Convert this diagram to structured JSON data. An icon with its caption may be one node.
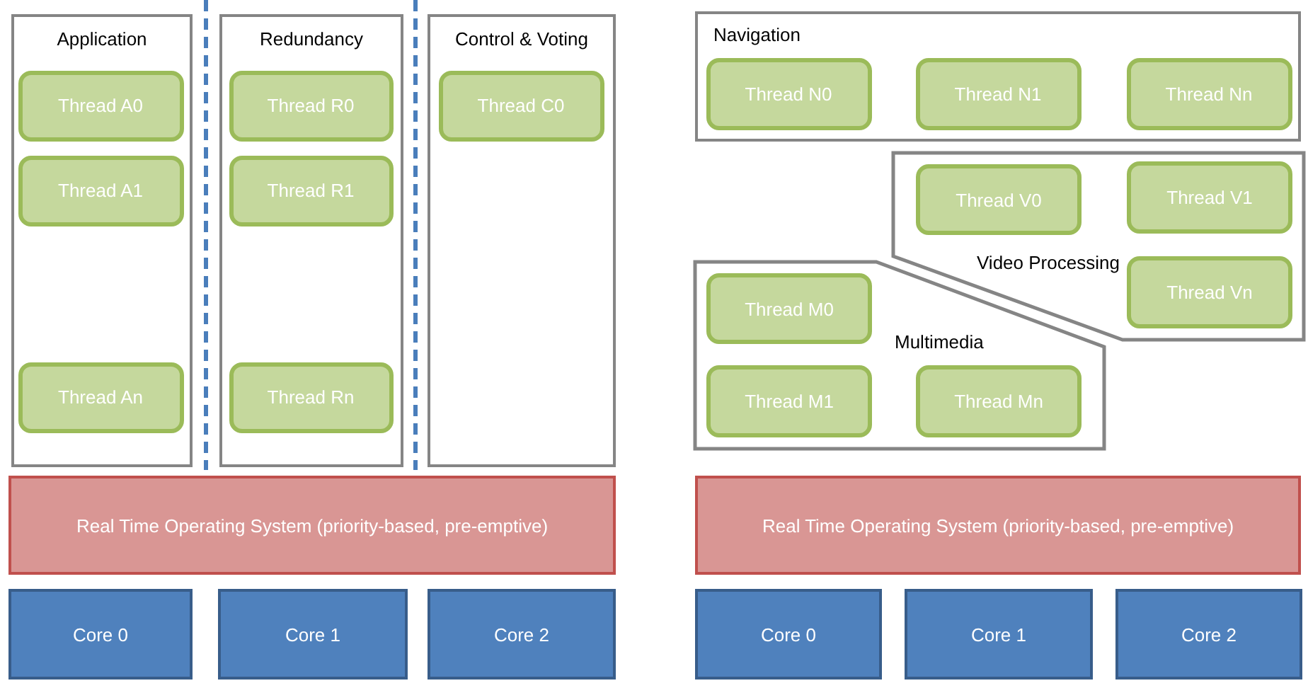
{
  "diagram": {
    "nodes": [
      {
        "text": [
          "Application"
        ]
      },
      {
        "text": [
          "Thread A0"
        ],
        "in": 0
      },
      {
        "text": [
          "Thread A1"
        ],
        "in": 0
      },
      {
        "text": [
          "Thread An"
        ],
        "in": 0
      },
      {
        "text": [
          "Redundancy"
        ]
      },
      {
        "text": [
          "Thread R0"
        ],
        "in": 4
      },
      {
        "text": [
          "Thread R1"
        ],
        "in": 4
      },
      {
        "text": [
          "Thread Rn"
        ],
        "in": 4
      },
      {
        "text": [
          "Control & Voting"
        ]
      },
      {
        "text": [
          "Thread C0"
        ],
        "in": 8
      },
      {
        "text": [
          "Navigation"
        ]
      },
      {
        "text": [
          "Thread N0"
        ],
        "in": 10
      },
      {
        "text": [
          "Thread N1"
        ],
        "in": 10
      },
      {
        "text": [
          "Thread Nn"
        ],
        "in": 10
      },
      {
        "text": [
          "Video Processing"
        ]
      },
      {
        "text": [
          "Thread V0"
        ],
        "in": 14
      },
      {
        "text": [
          "Thread V1"
        ],
        "in": 14
      },
      {
        "text": [
          "Thread Vn"
        ],
        "in": 14
      },
      {
        "text": [
          "Multimedia"
        ]
      },
      {
        "text": [
          "Thread M0"
        ],
        "in": 18
      },
      {
        "text": [
          "Thread M1"
        ],
        "in": 18
      },
      {
        "text": [
          "Thread Mn"
        ],
        "in": 18
      },
      {
        "text": [
          "Real Time Operating System (priority-based, pre-emptive)"
        ]
      },
      {
        "text": [
          "Core 0"
        ]
      },
      {
        "text": [
          "Core 1"
        ]
      },
      {
        "text": [
          "Core 2"
        ]
      },
      {
        "text": [
          "Real Time Operating System (priority-based, pre-emptive)"
        ]
      },
      {
        "text": [
          "Core 0"
        ]
      },
      {
        "text": [
          "Core 1"
        ]
      },
      {
        "text": [
          "Core 2"
        ]
      }
    ],
    "edges": []
  }
}
